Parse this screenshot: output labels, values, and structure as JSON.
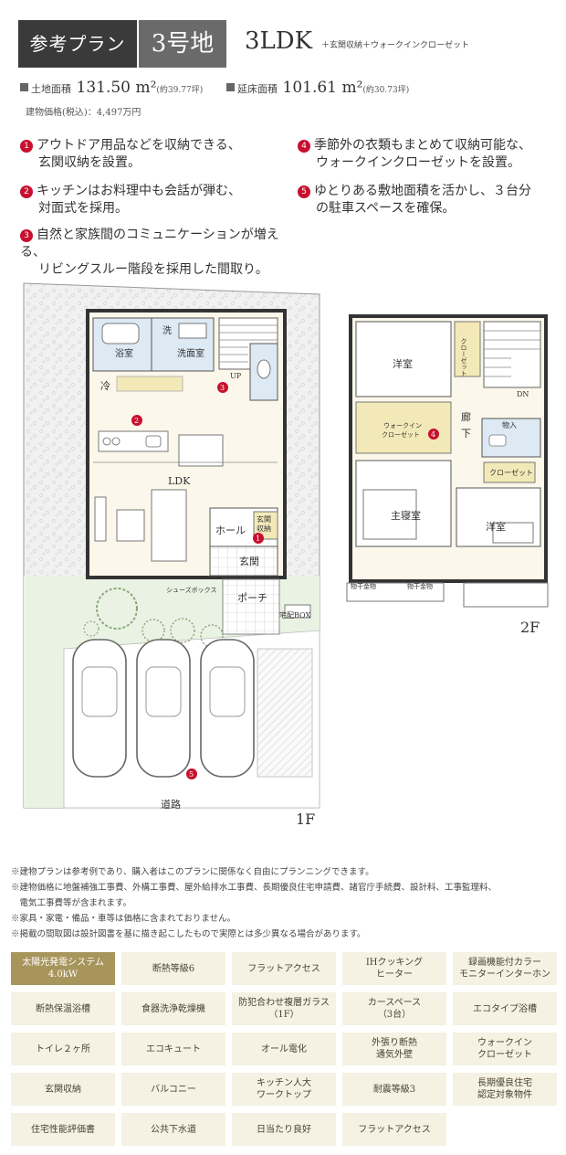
{
  "header": {
    "tag": "参考プラン",
    "lot": "3号地",
    "layout": "3LDK",
    "layout_note": "＋玄関収納＋ウォークインクローゼット"
  },
  "area": {
    "land_label": "土地面積",
    "land_value": "131.50",
    "land_unit": "m²",
    "land_tsubo": "(約39.77坪)",
    "floor_label": "延床面積",
    "floor_value": "101.61",
    "floor_unit": "m²",
    "floor_tsubo": "(約30.73坪)",
    "price": "建物価格(税込)：4,497万円"
  },
  "features": [
    {
      "num": "1",
      "l1": "アウトドア用品などを収納できる、",
      "l2": "玄関収納を設置。"
    },
    {
      "num": "2",
      "l1": "キッチンはお料理中も会話が弾む、",
      "l2": "対面式を採用。"
    },
    {
      "num": "3",
      "l1": "自然と家族間のコミュニケーションが増える、",
      "l2": "リビングスルー階段を採用した間取り。"
    },
    {
      "num": "4",
      "l1": "季節外の衣類もまとめて収納可能な、",
      "l2": "ウォークインクローゼットを設置。"
    },
    {
      "num": "5",
      "l1": "ゆとりある敷地面積を活かし、３台分",
      "l2": "の駐車スペースを確保。"
    }
  ],
  "plan": {
    "rooms_1f": {
      "bath": "浴室",
      "wash_mark": "洗",
      "washroom": "洗面室",
      "fridge": "冷",
      "ldk": "LDK",
      "hall": "ホール",
      "storage1": "玄関",
      "storage2": "収納",
      "entrance": "玄関",
      "shoebox": "シューズボックス",
      "porch": "ポーチ",
      "delivery": "宅配BOX",
      "road": "道路",
      "up": "UP",
      "floor": "1F"
    },
    "rooms_2f": {
      "west1": "洋室",
      "closet1": "クローゼット",
      "hall": "廊",
      "hall2": "下",
      "wic1": "ウォークイン",
      "wic2": "クローゼット",
      "storage": "物入",
      "closet2": "クローゼット",
      "master": "主寝室",
      "west2": "洋室",
      "dry1": "物干金物",
      "dry2": "物干金物",
      "dn": "DN",
      "floor": "2F"
    }
  },
  "notes": [
    "※建物プランは参考例であり、購入者はこのプランに関係なく自由にプランニングできます。",
    "※建物価格に地盤補強工事費、外構工事費、屋外給排水工事費、長期優良住宅申請費、諸官庁手続費、設計料、工事監理料、",
    "　電気工事費等が含まれます。",
    "※家具・家電・備品・車等は価格に含まれておりません。",
    "※掲載の間取図は設計図書を基に描き起こしたもので実際とは多少異なる場合があります。"
  ],
  "amenities": [
    {
      "label": "太陽光発電システム\n4.0kW",
      "hl": true
    },
    {
      "label": "断熱等級6"
    },
    {
      "label": "フラットアクセス"
    },
    {
      "label": "IHクッキング\nヒーター"
    },
    {
      "label": "録画機能付カラー\nモニターインターホン"
    },
    {
      "label": "断熱保温浴槽"
    },
    {
      "label": "食器洗浄乾燥機"
    },
    {
      "label": "防犯合わせ複層ガラス\n（1F）"
    },
    {
      "label": "カースペース\n（3台）"
    },
    {
      "label": "エコタイプ浴槽"
    },
    {
      "label": "トイレ２ヶ所"
    },
    {
      "label": "エコキュート"
    },
    {
      "label": "オール電化"
    },
    {
      "label": "外張り断熱\n通気外壁"
    },
    {
      "label": "ウォークイン\nクローゼット"
    },
    {
      "label": "玄関収納"
    },
    {
      "label": "バルコニー"
    },
    {
      "label": "キッチン人大\nワークトップ"
    },
    {
      "label": "耐震等級3"
    },
    {
      "label": "長期優良住宅\n認定対象物件"
    },
    {
      "label": "住宅性能評価書"
    },
    {
      "label": "公共下水道"
    },
    {
      "label": "日当たり良好"
    },
    {
      "label": "フラットアクセス"
    }
  ]
}
